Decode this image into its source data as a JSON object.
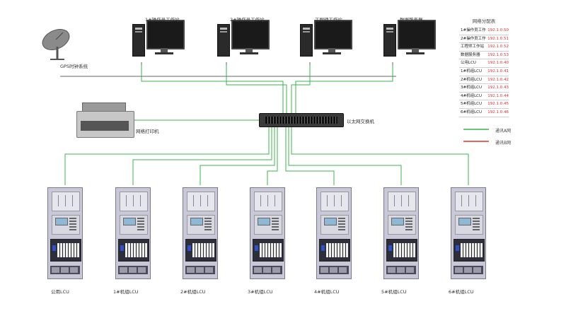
{
  "workstations": [
    {
      "label": "1#操作员工作站"
    },
    {
      "label": "2#操作员工作站"
    },
    {
      "label": "工程师工作站"
    },
    {
      "label": "数据服务器"
    }
  ],
  "gps_label": "GPS时钟系统",
  "printer_label": "网络打印机",
  "switch_label": "以太网交换机",
  "legend": {
    "title": "网络分配表",
    "rows": [
      {
        "name": "1#操作员工作站",
        "ip": "192.1.0.50"
      },
      {
        "name": "2#操作员工作站",
        "ip": "192.1.0.51"
      },
      {
        "name": "工程师工作站",
        "ip": "192.1.0.52"
      },
      {
        "name": "数据服务器",
        "ip": "192.1.0.53"
      },
      {
        "name": "公用LCU",
        "ip": "192.1.0.40"
      },
      {
        "name": "1#机组LCU",
        "ip": "192.1.0.41"
      },
      {
        "name": "2#机组LCU",
        "ip": "192.1.0.42"
      },
      {
        "name": "3#机组LCU",
        "ip": "192.1.0.43"
      },
      {
        "name": "4#机组LCU",
        "ip": "192.1.0.44"
      },
      {
        "name": "5#机组LCU",
        "ip": "192.1.0.45"
      },
      {
        "name": "6#机组LCU",
        "ip": "192.1.0.46"
      }
    ],
    "key_green": "通讯A网",
    "key_red": "通讯B网"
  },
  "cabinets": [
    {
      "label": "公用LCU"
    },
    {
      "label": "1#机组LCU"
    },
    {
      "label": "2#机组LCU"
    },
    {
      "label": "3#机组LCU"
    },
    {
      "label": "4#机组LCU"
    },
    {
      "label": "5#机组LCU"
    },
    {
      "label": "6#机组LCU"
    }
  ],
  "colors": {
    "net_a": "#3cb44b",
    "net_b": "#e03030",
    "line": "#555555"
  }
}
